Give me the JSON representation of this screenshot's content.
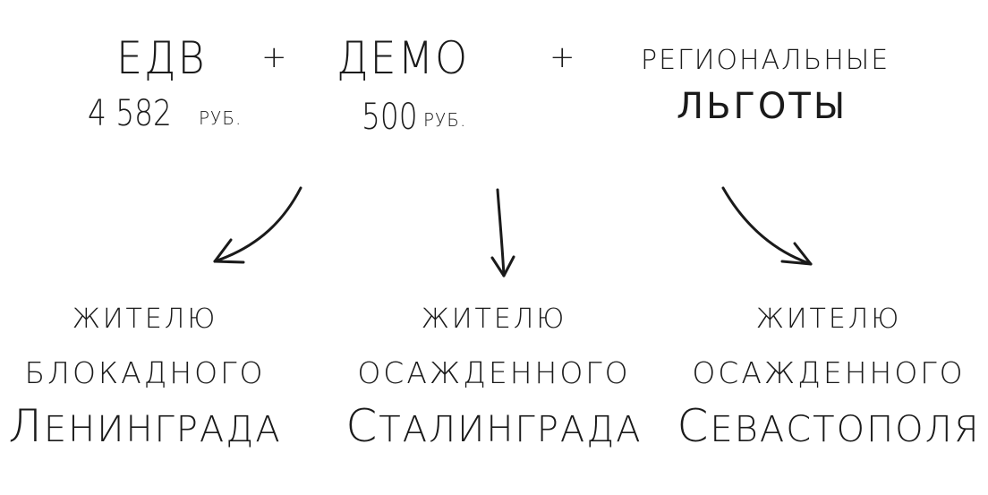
{
  "header": {
    "edv": {
      "title": "ЕДВ",
      "amount": "4 582",
      "unit": "РУБ."
    },
    "plus1": "+",
    "demo": {
      "title": "ДЕМО",
      "amount": "500",
      "unit": "РУБ."
    },
    "plus2": "+",
    "regional": {
      "line1": "РЕГИОНАЛЬНЫЕ",
      "line2": "ЛЬГОТЫ"
    }
  },
  "recipients": [
    {
      "line1": "ЖИТЕЛЮ",
      "line2": "БЛОКАДНОГО",
      "line3_cap": "Л",
      "line3_rest": "ЕНИНГРАДА"
    },
    {
      "line1": "ЖИТЕЛЮ",
      "line2": "ОСАЖДЕННОГО",
      "line3_cap": "С",
      "line3_rest": "ТАЛИНГРАДА"
    },
    {
      "line1": "ЖИТЕЛЮ",
      "line2": "ОСАЖДЕННОГО",
      "line3_cap": "С",
      "line3_rest": "ЕВАСТОПОЛЯ"
    }
  ]
}
